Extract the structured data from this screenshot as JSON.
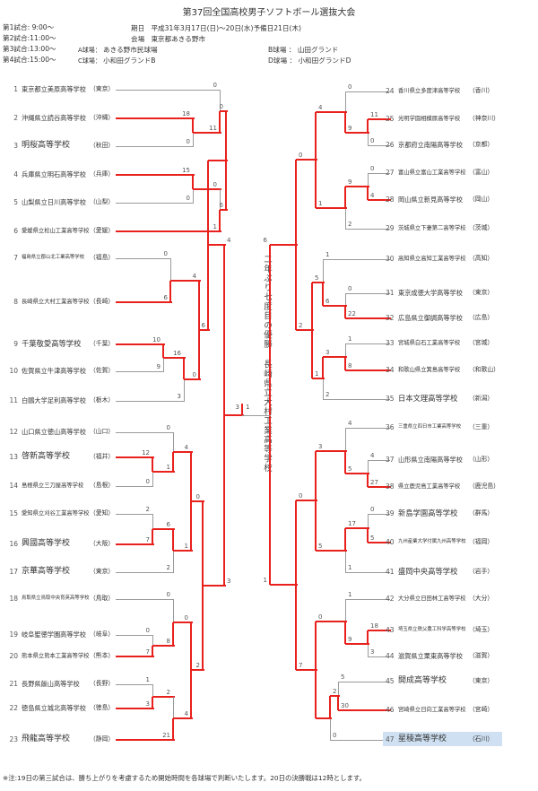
{
  "title": "第37回全国高校男子ソフトボール選抜大会",
  "header": {
    "schedule": [
      "第1試合: 9:00～",
      "第2試合:11:00～",
      "第3試合:13:00～",
      "第4試合:15:00～"
    ],
    "date_label": "期日",
    "date_value": "平成31年3月17日(日)～20日(水)予備日21日(木)",
    "site_label": "会場",
    "site_value": "東京都あきる野市",
    "grounds": [
      {
        "label": "A球場：",
        "value": "あきる野市民球場"
      },
      {
        "label": "B球場 ：",
        "value": "山田グランド"
      },
      {
        "label": "C球場：",
        "value": "小和田グランドB"
      },
      {
        "label": "D球場 ：",
        "value": "小和田グランドD"
      }
    ]
  },
  "champion_note": {
    "line1": "二年ぶり七度目の優勝",
    "line2": "長崎県立大村工業高等学校"
  },
  "footnote": "※注:19日の第三試合は、勝ち上がりを考慮するため開始時間を各球場で判断いたします。20日の決勝戦は12時とします。",
  "colors": {
    "line": "#9a9a9a",
    "winner": "#e8211d",
    "text": "#333333",
    "score": "#555555",
    "highlight": "#cfe0f2"
  },
  "teams": [
    {
      "num": 1,
      "name": "東京都立美原高等学校",
      "pref": "東京"
    },
    {
      "num": 2,
      "name": "沖縄県立読谷高等学校",
      "pref": "沖縄"
    },
    {
      "num": 3,
      "name": "明桜高等学校",
      "pref": "秋田"
    },
    {
      "num": 4,
      "name": "兵庫県立明石高等学校",
      "pref": "兵庫"
    },
    {
      "num": 5,
      "name": "山梨県立日川高等学校",
      "pref": "山梨"
    },
    {
      "num": 6,
      "name": "愛媛県立松山工業高等学校",
      "pref": "愛媛"
    },
    {
      "num": 7,
      "name": "福島県立郡山北工業高等学校",
      "pref": "福島"
    },
    {
      "num": 8,
      "name": "長崎県立大村工業高等学校",
      "pref": "長崎"
    },
    {
      "num": 9,
      "name": "千葉敬愛高等学校",
      "pref": "千葉"
    },
    {
      "num": 10,
      "name": "佐賀県立牛津高等学校",
      "pref": "佐賀"
    },
    {
      "num": 11,
      "name": "白鷗大学足利高等学校",
      "pref": "栃木"
    },
    {
      "num": 12,
      "name": "山口県立徳山高等学校",
      "pref": "山口"
    },
    {
      "num": 13,
      "name": "啓新高等学校",
      "pref": "福井"
    },
    {
      "num": 14,
      "name": "島根県立三刀屋高等学校",
      "pref": "島根"
    },
    {
      "num": 15,
      "name": "愛知県立刈谷工業高等学校",
      "pref": "愛知"
    },
    {
      "num": 16,
      "name": "興國高等学校",
      "pref": "大阪"
    },
    {
      "num": 17,
      "name": "京華高等学校",
      "pref": "東京"
    },
    {
      "num": 18,
      "name": "鳥取県立鳥取中央育英高等学校",
      "pref": "鳥取"
    },
    {
      "num": 19,
      "name": "岐阜聖徳学園高等学校",
      "pref": "岐阜"
    },
    {
      "num": 20,
      "name": "熊本県立熊本工業高等学校",
      "pref": "熊本"
    },
    {
      "num": 21,
      "name": "長野県飯山高等学校",
      "pref": "長野"
    },
    {
      "num": 22,
      "name": "徳島県立城北高等学校",
      "pref": "徳島"
    },
    {
      "num": 23,
      "name": "飛龍高等学校",
      "pref": "静岡"
    },
    {
      "num": 24,
      "name": "香川県立多度津高等学校",
      "pref": "香川"
    },
    {
      "num": 25,
      "name": "光明学園相模原高等学校",
      "pref": "神奈川"
    },
    {
      "num": 26,
      "name": "京都府立南陽高等学校",
      "pref": "京都"
    },
    {
      "num": 27,
      "name": "富山県立富山工業高等学校",
      "pref": "富山"
    },
    {
      "num": 28,
      "name": "岡山県立新見高等学校",
      "pref": "岡山"
    },
    {
      "num": 29,
      "name": "茨城県立下妻第二高等学校",
      "pref": "茨城"
    },
    {
      "num": 30,
      "name": "高知県立高知工業高等学校",
      "pref": "高知"
    },
    {
      "num": 31,
      "name": "東京成徳大学高等学校",
      "pref": "東京"
    },
    {
      "num": 32,
      "name": "広島県立御調高等学校",
      "pref": "広島"
    },
    {
      "num": 33,
      "name": "宮城県白石工業高等学校",
      "pref": "宮城"
    },
    {
      "num": 34,
      "name": "和歌山県立箕島高等学校",
      "pref": "和歌山"
    },
    {
      "num": 35,
      "name": "日本文理高等学校",
      "pref": "新潟"
    },
    {
      "num": 36,
      "name": "三重県立四日市工業高等学校",
      "pref": "三重"
    },
    {
      "num": 37,
      "name": "山形県立南陽高等学校",
      "pref": "山形"
    },
    {
      "num": 38,
      "name": "県立鹿児島工業高等学校",
      "pref": "鹿児島"
    },
    {
      "num": 39,
      "name": "新島学園高等学校",
      "pref": "群馬"
    },
    {
      "num": 40,
      "name": "九州産業大学付属九州高等学校",
      "pref": "福岡"
    },
    {
      "num": 41,
      "name": "盛岡中央高等学校",
      "pref": "岩手"
    },
    {
      "num": 42,
      "name": "大分県立日田林工高等学校",
      "pref": "大分"
    },
    {
      "num": 43,
      "name": "埼玉県立秩父農工科学高等学校",
      "pref": "埼玉"
    },
    {
      "num": 44,
      "name": "滋賀県立栗東高等学校",
      "pref": "滋賀"
    },
    {
      "num": 45,
      "name": "開成高等学校",
      "pref": "東京"
    },
    {
      "num": 46,
      "name": "宮崎県立日向工業高等学校",
      "pref": "宮崎"
    },
    {
      "num": 47,
      "name": "星稜高等学校",
      "pref": "石川",
      "highlight": true
    }
  ],
  "matches": [
    {
      "id": "L1",
      "a": "t2",
      "b": "t3",
      "sa": "18",
      "sb": "0",
      "w": "a"
    },
    {
      "id": "L2",
      "a": "t1",
      "b": "L1",
      "sa": "0",
      "sb": "11",
      "w": "b"
    },
    {
      "id": "L3",
      "a": "t4",
      "b": "t5",
      "sa": "15",
      "sb": "0",
      "w": "a"
    },
    {
      "id": "L4",
      "a": "L3",
      "b": "t6",
      "sa": "0",
      "sb": "1",
      "w": "b"
    },
    {
      "id": "L5",
      "a": "L2",
      "b": "L4",
      "sa": "0",
      "sb": "6",
      "w": "b"
    },
    {
      "id": "L6",
      "a": "t7",
      "b": "t8",
      "sa": "0",
      "sb": "6",
      "w": "b"
    },
    {
      "id": "L7",
      "a": "t9",
      "b": "t10",
      "sa": "10",
      "sb": "9",
      "w": "a"
    },
    {
      "id": "L8",
      "a": "L7",
      "b": "t11",
      "sa": "16",
      "sb": "3",
      "w": "a"
    },
    {
      "id": "L9",
      "a": "L6",
      "b": "L8",
      "sa": "4",
      "sb": "0",
      "w": "a"
    },
    {
      "id": "L10",
      "a": "L5",
      "b": "L9",
      "sa": "",
      "sb": "6",
      "w": "b"
    },
    {
      "id": "L11",
      "a": "t13",
      "b": "t14",
      "sa": "12",
      "sb": "0",
      "w": "a"
    },
    {
      "id": "L12",
      "a": "t12",
      "b": "L11",
      "sa": "0",
      "sb": "1",
      "w": "b"
    },
    {
      "id": "L13",
      "a": "t15",
      "b": "t16",
      "sa": "2",
      "sb": "7",
      "w": "b"
    },
    {
      "id": "L14",
      "a": "L13",
      "b": "t17",
      "sa": "6",
      "sb": "2",
      "w": "a"
    },
    {
      "id": "L15",
      "a": "L12",
      "b": "L14",
      "sa": "4",
      "sb": "1",
      "w": "a"
    },
    {
      "id": "L16",
      "a": "t19",
      "b": "t20",
      "sa": "0",
      "sb": "7",
      "w": "b"
    },
    {
      "id": "L17",
      "a": "t18",
      "b": "L16",
      "sa": "0",
      "sb": "8",
      "w": "b"
    },
    {
      "id": "L18",
      "a": "t21",
      "b": "t22",
      "sa": "1",
      "sb": "3",
      "w": "b"
    },
    {
      "id": "L19",
      "a": "L18",
      "b": "t23",
      "sa": "2",
      "sb": "21",
      "w": "b"
    },
    {
      "id": "L20",
      "a": "L17",
      "b": "L19",
      "sa": "0",
      "sb": "4",
      "w": "b"
    },
    {
      "id": "L21",
      "a": "L15",
      "b": "L20",
      "sa": "0",
      "sb": "2",
      "w": "b"
    },
    {
      "id": "LSF",
      "a": "L10",
      "b": "L21",
      "sa": "4",
      "sb": "3",
      "w": "a"
    },
    {
      "id": "R1",
      "a": "t25",
      "b": "t26",
      "sa": "11",
      "sb": "0",
      "w": "a"
    },
    {
      "id": "R2",
      "a": "t24",
      "b": "R1",
      "sa": "0",
      "sb": "9",
      "w": "b"
    },
    {
      "id": "R3",
      "a": "t27",
      "b": "t28",
      "sa": "0",
      "sb": "4",
      "w": "b"
    },
    {
      "id": "R4",
      "a": "R3",
      "b": "t29",
      "sa": "9",
      "sb": "2",
      "w": "a"
    },
    {
      "id": "R5",
      "a": "R2",
      "b": "R4",
      "sa": "4",
      "sb": "1",
      "w": "a"
    },
    {
      "id": "R6",
      "a": "t31",
      "b": "t32",
      "sa": "0",
      "sb": "22",
      "w": "b"
    },
    {
      "id": "R7",
      "a": "t30",
      "b": "R6",
      "sa": "1",
      "sb": "6",
      "w": "b"
    },
    {
      "id": "R8",
      "a": "t33",
      "b": "t34",
      "sa": "1",
      "sb": "8",
      "w": "b"
    },
    {
      "id": "R9",
      "a": "R8",
      "b": "t35",
      "sa": "3",
      "sb": "2",
      "w": "a"
    },
    {
      "id": "R10",
      "a": "R7",
      "b": "R9",
      "sa": "5",
      "sb": "1",
      "w": "a"
    },
    {
      "id": "R11",
      "a": "R5",
      "b": "R10",
      "sa": "0",
      "sb": "2",
      "w": "b"
    },
    {
      "id": "R12",
      "a": "t37",
      "b": "t38",
      "sa": "4",
      "sb": "27",
      "w": "b"
    },
    {
      "id": "R13",
      "a": "t36",
      "b": "R12",
      "sa": "4",
      "sb": "5",
      "w": "b"
    },
    {
      "id": "R14",
      "a": "t39",
      "b": "t40",
      "sa": "0",
      "sb": "5",
      "w": "b"
    },
    {
      "id": "R15",
      "a": "R14",
      "b": "t41",
      "sa": "17",
      "sb": "1",
      "w": "a"
    },
    {
      "id": "R16",
      "a": "R13",
      "b": "R15",
      "sa": "3",
      "sb": "5",
      "w": "b"
    },
    {
      "id": "R17",
      "a": "t43",
      "b": "t44",
      "sa": "18",
      "sb": "3",
      "w": "a"
    },
    {
      "id": "R18",
      "a": "t42",
      "b": "R17",
      "sa": "1",
      "sb": "9",
      "w": "b"
    },
    {
      "id": "R19",
      "a": "t45",
      "b": "t46",
      "sa": "5",
      "sb": "30",
      "w": "b"
    },
    {
      "id": "R20",
      "a": "R19",
      "b": "t47",
      "sa": "2",
      "sb": "0",
      "w": "a"
    },
    {
      "id": "R21",
      "a": "R18",
      "b": "R20",
      "sa": "0",
      "sb": "",
      "w": "b"
    },
    {
      "id": "R22",
      "a": "R16",
      "b": "R21",
      "sa": "0",
      "sb": "7",
      "w": "b"
    },
    {
      "id": "RSF",
      "a": "R11",
      "b": "R22",
      "sa": "6",
      "sb": "1",
      "w": "a"
    }
  ],
  "final": {
    "score_left": "3",
    "score_right": "1",
    "winner": "left"
  }
}
